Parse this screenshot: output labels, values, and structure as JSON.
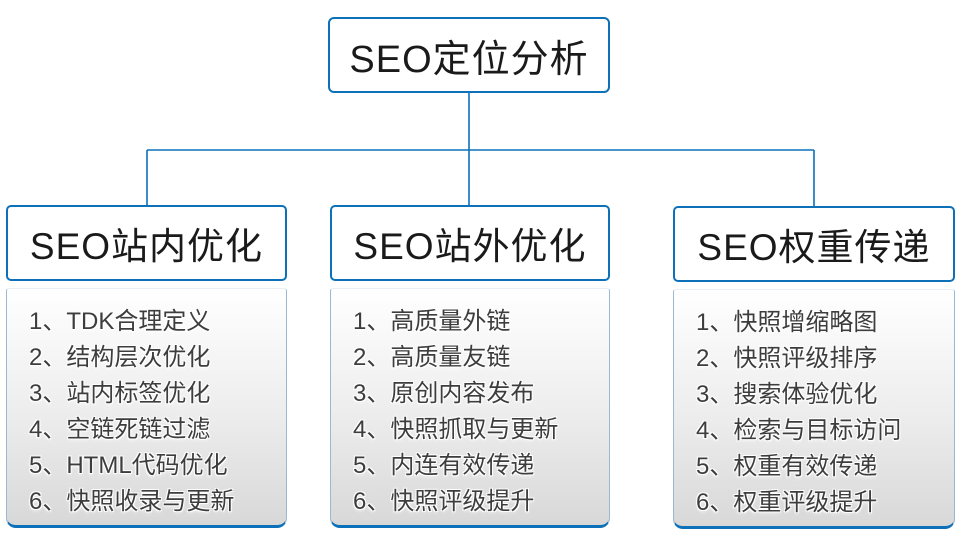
{
  "root": {
    "title": "SEO定位分析"
  },
  "colors": {
    "accent": "#0d71b9",
    "connector": "#0b72bd",
    "panel_top": "#ffffff",
    "panel_bottom": "#d8d8d8"
  },
  "columns": [
    {
      "title": "SEO站内优化",
      "items": [
        "1、TDK合理定义",
        "2、结构层次优化",
        "3、站内标签优化",
        "4、空链死链过滤",
        "5、HTML代码优化",
        "6、快照收录与更新"
      ]
    },
    {
      "title": "SEO站外优化",
      "items": [
        "1、高质量外链",
        "2、高质量友链",
        "3、原创内容发布",
        "4、快照抓取与更新",
        "5、内连有效传递",
        "6、快照评级提升"
      ]
    },
    {
      "title": "SEO权重传递",
      "items": [
        "1、快照增缩略图",
        "2、快照评级排序",
        "3、搜索体验优化",
        "4、检索与目标访问",
        "5、权重有效传递",
        "6、权重评级提升"
      ]
    }
  ]
}
